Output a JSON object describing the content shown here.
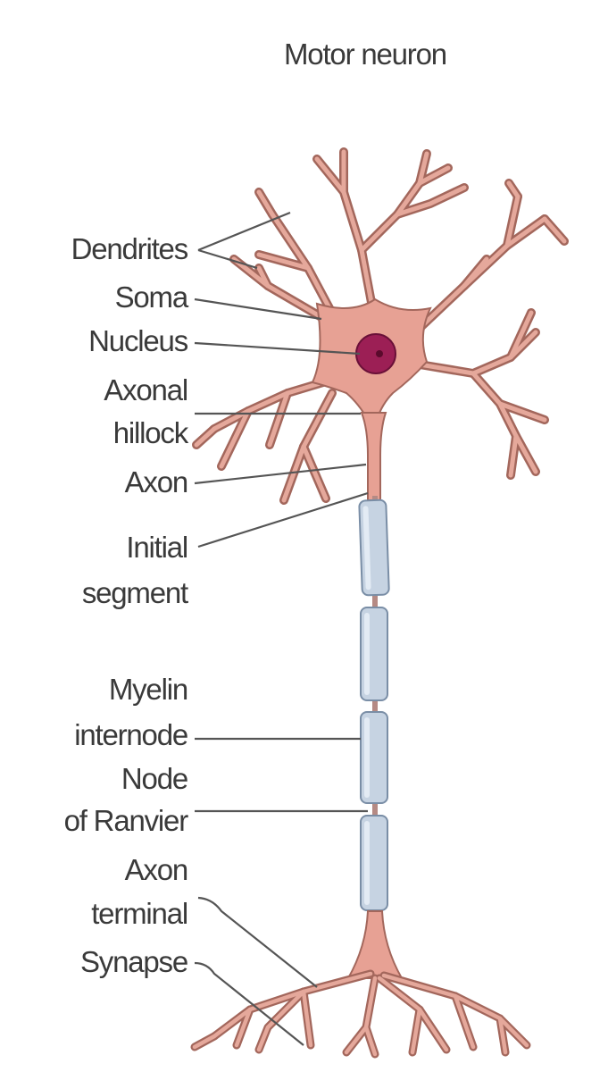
{
  "title": "Motor neuron",
  "labels": {
    "dendrites": "Dendrites",
    "soma": "Soma",
    "nucleus": "Nucleus",
    "axonal_1": "Axonal",
    "axonal_2": "hillock",
    "axon": "Axon",
    "initial_1": "Initial",
    "initial_2": "segment",
    "myelin_1": "Myelin",
    "myelin_2": "internode",
    "node_1": "Node",
    "node_2": "of Ranvier",
    "terminal_1": "Axon",
    "terminal_2": "terminal",
    "synapse": "Synapse"
  },
  "colors": {
    "cell_body": "#e7a194",
    "cell_outline": "#a3675c",
    "nucleus": "#9c1f55",
    "myelin": "#c6d3e2",
    "label_text": "#3a3a3a"
  }
}
